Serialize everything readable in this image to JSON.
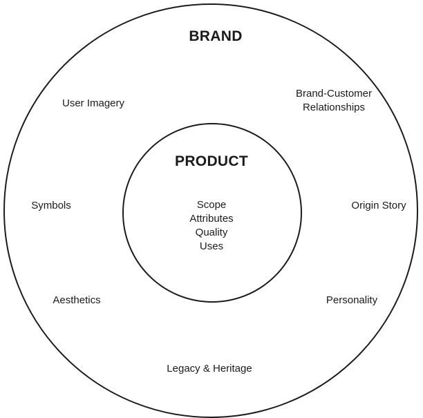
{
  "brand": {
    "title": "BRAND",
    "attributes": {
      "user_imagery": "User Imagery",
      "brand_customer_line1": "Brand-Customer",
      "brand_customer_line2": "Relationships",
      "symbols": "Symbols",
      "origin_story": "Origin Story",
      "aesthetics": "Aesthetics",
      "personality": "Personality",
      "legacy_heritage": "Legacy & Heritage"
    }
  },
  "product": {
    "title": "PRODUCT",
    "attributes": [
      "Scope",
      "Attributes",
      "Quality",
      "Uses"
    ]
  }
}
